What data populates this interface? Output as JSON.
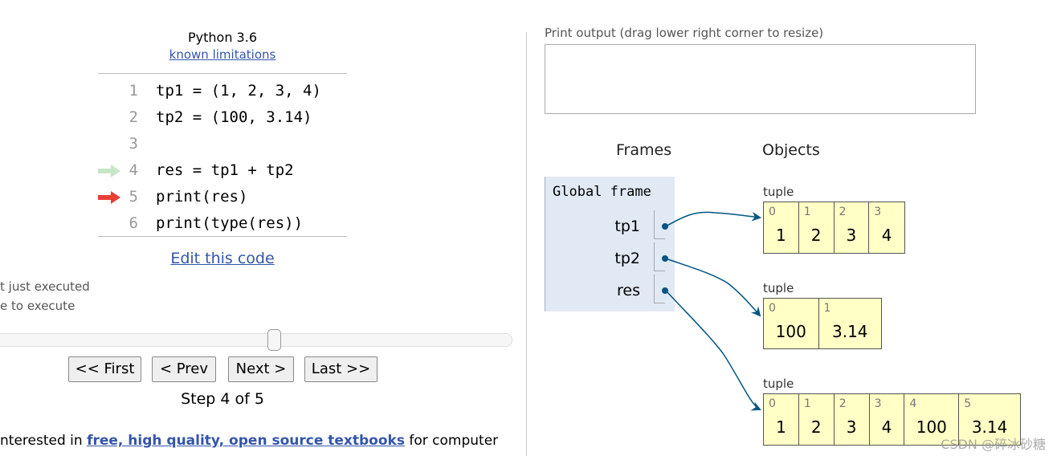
{
  "editor": {
    "language": "Python 3.6",
    "limitations_link": "known limitations",
    "lines": [
      {
        "num": "1",
        "code": "tp1 = (1, 2, 3, 4)"
      },
      {
        "num": "2",
        "code": "tp2 = (100, 3.14)"
      },
      {
        "num": "3",
        "code": ""
      },
      {
        "num": "4",
        "code": "res = tp1 + tp2"
      },
      {
        "num": "5",
        "code": "print(res)"
      },
      {
        "num": "6",
        "code": "print(type(res))"
      }
    ],
    "just_executed_line": 4,
    "next_line": 5,
    "colors": {
      "just_executed_arrow": "#c7e6c7",
      "next_arrow": "#e93f34"
    },
    "edit_link": "Edit this code"
  },
  "legend": {
    "just_executed": "t just executed",
    "next_to_execute": "e to execute"
  },
  "navigation": {
    "slider_fraction": 0.6,
    "first": "<< First",
    "prev": "< Prev",
    "next": "Next >",
    "last": "Last >>",
    "step_text": "Step 4 of 5"
  },
  "footer": {
    "pre": "nterested in ",
    "link": "free, high quality, open source textbooks",
    "post": " for computer"
  },
  "output": {
    "label": "Print output (drag lower right corner to resize)",
    "value": ""
  },
  "viz": {
    "frames_header": "Frames",
    "objects_header": "Objects",
    "frame_name": "Global frame",
    "variables": [
      "tp1",
      "tp2",
      "res"
    ],
    "objects": [
      {
        "type": "tuple",
        "items": [
          "1",
          "2",
          "3",
          "4"
        ]
      },
      {
        "type": "tuple",
        "items": [
          "100",
          "3.14"
        ]
      },
      {
        "type": "tuple",
        "items": [
          "1",
          "2",
          "3",
          "4",
          "100",
          "3.14"
        ]
      }
    ],
    "pointer_color": "#005583"
  },
  "watermark": "CSDN @碎冰砂糖"
}
